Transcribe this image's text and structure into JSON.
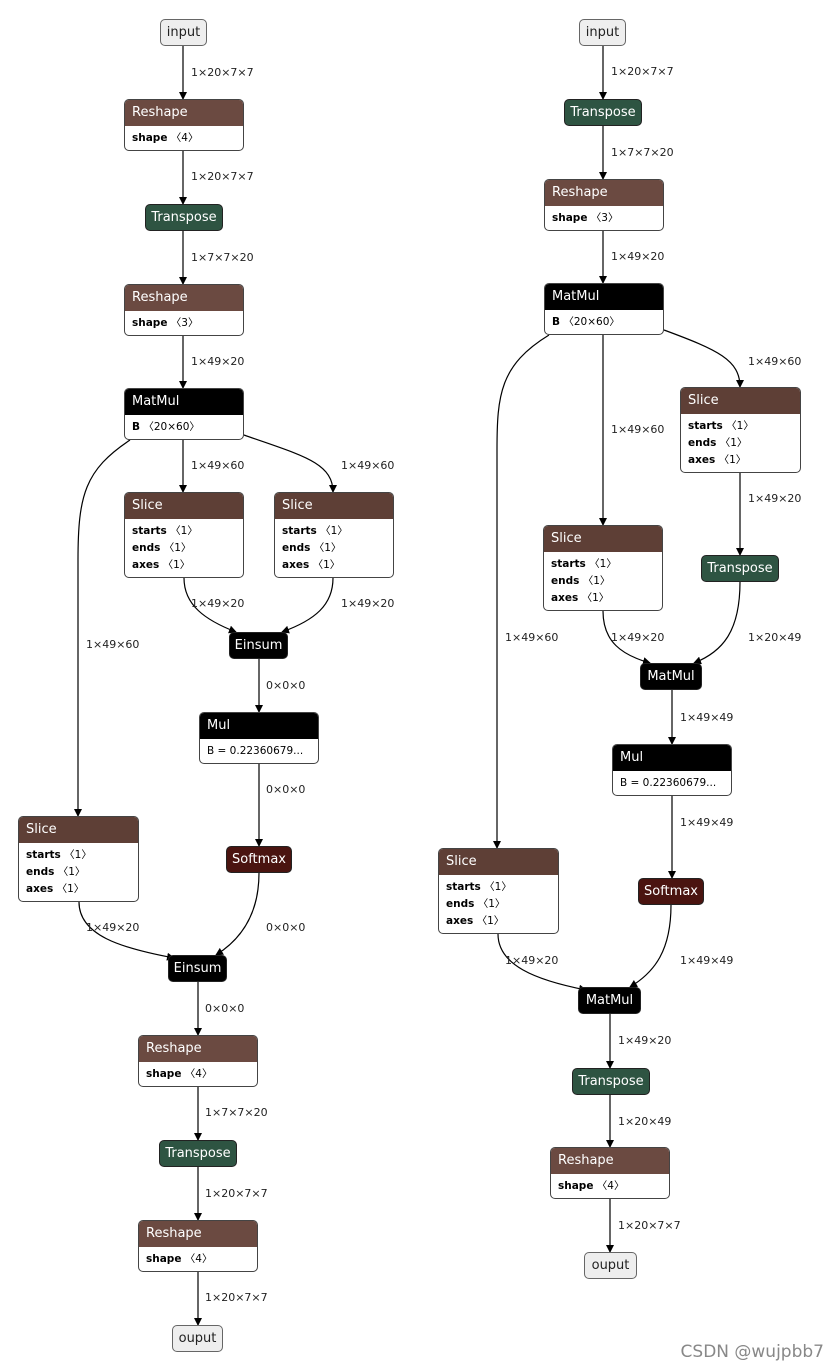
{
  "colors": {
    "reshape": "#6b4a41",
    "slice": "#5e3f36",
    "transpose": "#2e5442",
    "matmul": "#000000",
    "mul": "#000000",
    "einsum": "#000000",
    "softmax": "#4a1410",
    "io_fill": "#eeeeee"
  },
  "nodes": [
    {
      "id": "L_input",
      "kind": "io",
      "title": "input"
    },
    {
      "id": "L_reshape1",
      "kind": "op",
      "op": "reshape",
      "title": "Reshape",
      "attrs": [
        {
          "k": "shape",
          "v": "〈4〉"
        }
      ]
    },
    {
      "id": "L_transpose1",
      "kind": "pill",
      "op": "transpose",
      "title": "Transpose"
    },
    {
      "id": "L_reshape2",
      "kind": "op",
      "op": "reshape",
      "title": "Reshape",
      "attrs": [
        {
          "k": "shape",
          "v": "〈3〉"
        }
      ]
    },
    {
      "id": "L_matmul",
      "kind": "op",
      "op": "matmul",
      "title": "MatMul",
      "attrs": [
        {
          "k": "B",
          "v": "〈20×60〉"
        }
      ]
    },
    {
      "id": "L_slice_a",
      "kind": "op",
      "op": "slice",
      "title": "Slice",
      "attrs": [
        {
          "k": "starts",
          "v": "〈1〉"
        },
        {
          "k": "ends",
          "v": "〈1〉"
        },
        {
          "k": "axes",
          "v": "〈1〉"
        }
      ]
    },
    {
      "id": "L_slice_b",
      "kind": "op",
      "op": "slice",
      "title": "Slice",
      "attrs": [
        {
          "k": "starts",
          "v": "〈1〉"
        },
        {
          "k": "ends",
          "v": "〈1〉"
        },
        {
          "k": "axes",
          "v": "〈1〉"
        }
      ]
    },
    {
      "id": "L_einsum1",
      "kind": "pill",
      "op": "einsum",
      "title": "Einsum"
    },
    {
      "id": "L_mul",
      "kind": "op",
      "op": "mul",
      "title": "Mul",
      "attrs": [
        {
          "k": "",
          "v": "B = 0.22360679..."
        }
      ]
    },
    {
      "id": "L_softmax",
      "kind": "pill",
      "op": "softmax",
      "title": "Softmax"
    },
    {
      "id": "L_slice_c",
      "kind": "op",
      "op": "slice",
      "title": "Slice",
      "attrs": [
        {
          "k": "starts",
          "v": "〈1〉"
        },
        {
          "k": "ends",
          "v": "〈1〉"
        },
        {
          "k": "axes",
          "v": "〈1〉"
        }
      ]
    },
    {
      "id": "L_einsum2",
      "kind": "pill",
      "op": "einsum",
      "title": "Einsum"
    },
    {
      "id": "L_reshape3",
      "kind": "op",
      "op": "reshape",
      "title": "Reshape",
      "attrs": [
        {
          "k": "shape",
          "v": "〈4〉"
        }
      ]
    },
    {
      "id": "L_transpose2",
      "kind": "pill",
      "op": "transpose",
      "title": "Transpose"
    },
    {
      "id": "L_reshape4",
      "kind": "op",
      "op": "reshape",
      "title": "Reshape",
      "attrs": [
        {
          "k": "shape",
          "v": "〈4〉"
        }
      ]
    },
    {
      "id": "L_output",
      "kind": "io",
      "title": "ouput"
    },
    {
      "id": "R_input",
      "kind": "io",
      "title": "input"
    },
    {
      "id": "R_transpose1",
      "kind": "pill",
      "op": "transpose",
      "title": "Transpose"
    },
    {
      "id": "R_reshape1",
      "kind": "op",
      "op": "reshape",
      "title": "Reshape",
      "attrs": [
        {
          "k": "shape",
          "v": "〈3〉"
        }
      ]
    },
    {
      "id": "R_matmul1",
      "kind": "op",
      "op": "matmul",
      "title": "MatMul",
      "attrs": [
        {
          "k": "B",
          "v": "〈20×60〉"
        }
      ]
    },
    {
      "id": "R_slice_a",
      "kind": "op",
      "op": "slice",
      "title": "Slice",
      "attrs": [
        {
          "k": "starts",
          "v": "〈1〉"
        },
        {
          "k": "ends",
          "v": "〈1〉"
        },
        {
          "k": "axes",
          "v": "〈1〉"
        }
      ]
    },
    {
      "id": "R_slice_b",
      "kind": "op",
      "op": "slice",
      "title": "Slice",
      "attrs": [
        {
          "k": "starts",
          "v": "〈1〉"
        },
        {
          "k": "ends",
          "v": "〈1〉"
        },
        {
          "k": "axes",
          "v": "〈1〉"
        }
      ]
    },
    {
      "id": "R_transpose2",
      "kind": "pill",
      "op": "transpose",
      "title": "Transpose"
    },
    {
      "id": "R_matmul2",
      "kind": "pill",
      "op": "matmul",
      "title": "MatMul"
    },
    {
      "id": "R_mul",
      "kind": "op",
      "op": "mul",
      "title": "Mul",
      "attrs": [
        {
          "k": "",
          "v": "B = 0.22360679..."
        }
      ]
    },
    {
      "id": "R_softmax",
      "kind": "pill",
      "op": "softmax",
      "title": "Softmax"
    },
    {
      "id": "R_slice_c",
      "kind": "op",
      "op": "slice",
      "title": "Slice",
      "attrs": [
        {
          "k": "starts",
          "v": "〈1〉"
        },
        {
          "k": "ends",
          "v": "〈1〉"
        },
        {
          "k": "axes",
          "v": "〈1〉"
        }
      ]
    },
    {
      "id": "R_matmul3",
      "kind": "pill",
      "op": "matmul",
      "title": "MatMul"
    },
    {
      "id": "R_transpose3",
      "kind": "pill",
      "op": "transpose",
      "title": "Transpose"
    },
    {
      "id": "R_reshape2",
      "kind": "op",
      "op": "reshape",
      "title": "Reshape",
      "attrs": [
        {
          "k": "shape",
          "v": "〈4〉"
        }
      ]
    },
    {
      "id": "R_output",
      "kind": "io",
      "title": "ouput"
    }
  ],
  "edges": [
    {
      "from": "L_input",
      "to": "L_reshape1",
      "label": "1×20×7×7"
    },
    {
      "from": "L_reshape1",
      "to": "L_transpose1",
      "label": "1×20×7×7"
    },
    {
      "from": "L_transpose1",
      "to": "L_reshape2",
      "label": "1×7×7×20"
    },
    {
      "from": "L_reshape2",
      "to": "L_matmul",
      "label": "1×49×20"
    },
    {
      "from": "L_matmul",
      "to": "L_slice_a",
      "label": "1×49×60"
    },
    {
      "from": "L_matmul",
      "to": "L_slice_b",
      "label": "1×49×60"
    },
    {
      "from": "L_matmul",
      "to": "L_slice_c",
      "label": "1×49×60"
    },
    {
      "from": "L_slice_a",
      "to": "L_einsum1",
      "label": "1×49×20"
    },
    {
      "from": "L_slice_b",
      "to": "L_einsum1",
      "label": "1×49×20"
    },
    {
      "from": "L_einsum1",
      "to": "L_mul",
      "label": "0×0×0"
    },
    {
      "from": "L_mul",
      "to": "L_softmax",
      "label": "0×0×0"
    },
    {
      "from": "L_softmax",
      "to": "L_einsum2",
      "label": "0×0×0"
    },
    {
      "from": "L_slice_c",
      "to": "L_einsum2",
      "label": "1×49×20"
    },
    {
      "from": "L_einsum2",
      "to": "L_reshape3",
      "label": "0×0×0"
    },
    {
      "from": "L_reshape3",
      "to": "L_transpose2",
      "label": "1×7×7×20"
    },
    {
      "from": "L_transpose2",
      "to": "L_reshape4",
      "label": "1×20×7×7"
    },
    {
      "from": "L_reshape4",
      "to": "L_output",
      "label": "1×20×7×7"
    },
    {
      "from": "R_input",
      "to": "R_transpose1",
      "label": "1×20×7×7"
    },
    {
      "from": "R_transpose1",
      "to": "R_reshape1",
      "label": "1×7×7×20"
    },
    {
      "from": "R_reshape1",
      "to": "R_matmul1",
      "label": "1×49×20"
    },
    {
      "from": "R_matmul1",
      "to": "R_slice_a",
      "label": "1×49×60"
    },
    {
      "from": "R_matmul1",
      "to": "R_slice_b",
      "label": "1×49×60"
    },
    {
      "from": "R_matmul1",
      "to": "R_slice_c",
      "label": "1×49×60"
    },
    {
      "from": "R_slice_b",
      "to": "R_transpose2",
      "label": "1×49×20"
    },
    {
      "from": "R_slice_a",
      "to": "R_matmul2",
      "label": "1×49×20"
    },
    {
      "from": "R_transpose2",
      "to": "R_matmul2",
      "label": "1×20×49"
    },
    {
      "from": "R_matmul2",
      "to": "R_mul",
      "label": "1×49×49"
    },
    {
      "from": "R_mul",
      "to": "R_softmax",
      "label": "1×49×49"
    },
    {
      "from": "R_softmax",
      "to": "R_matmul3",
      "label": "1×49×49"
    },
    {
      "from": "R_slice_c",
      "to": "R_matmul3",
      "label": "1×49×20"
    },
    {
      "from": "R_matmul3",
      "to": "R_transpose3",
      "label": "1×49×20"
    },
    {
      "from": "R_transpose3",
      "to": "R_reshape2",
      "label": "1×20×49"
    },
    {
      "from": "R_reshape2",
      "to": "R_output",
      "label": "1×20×7×7"
    }
  ],
  "watermark": "CSDN @wujpbb7"
}
